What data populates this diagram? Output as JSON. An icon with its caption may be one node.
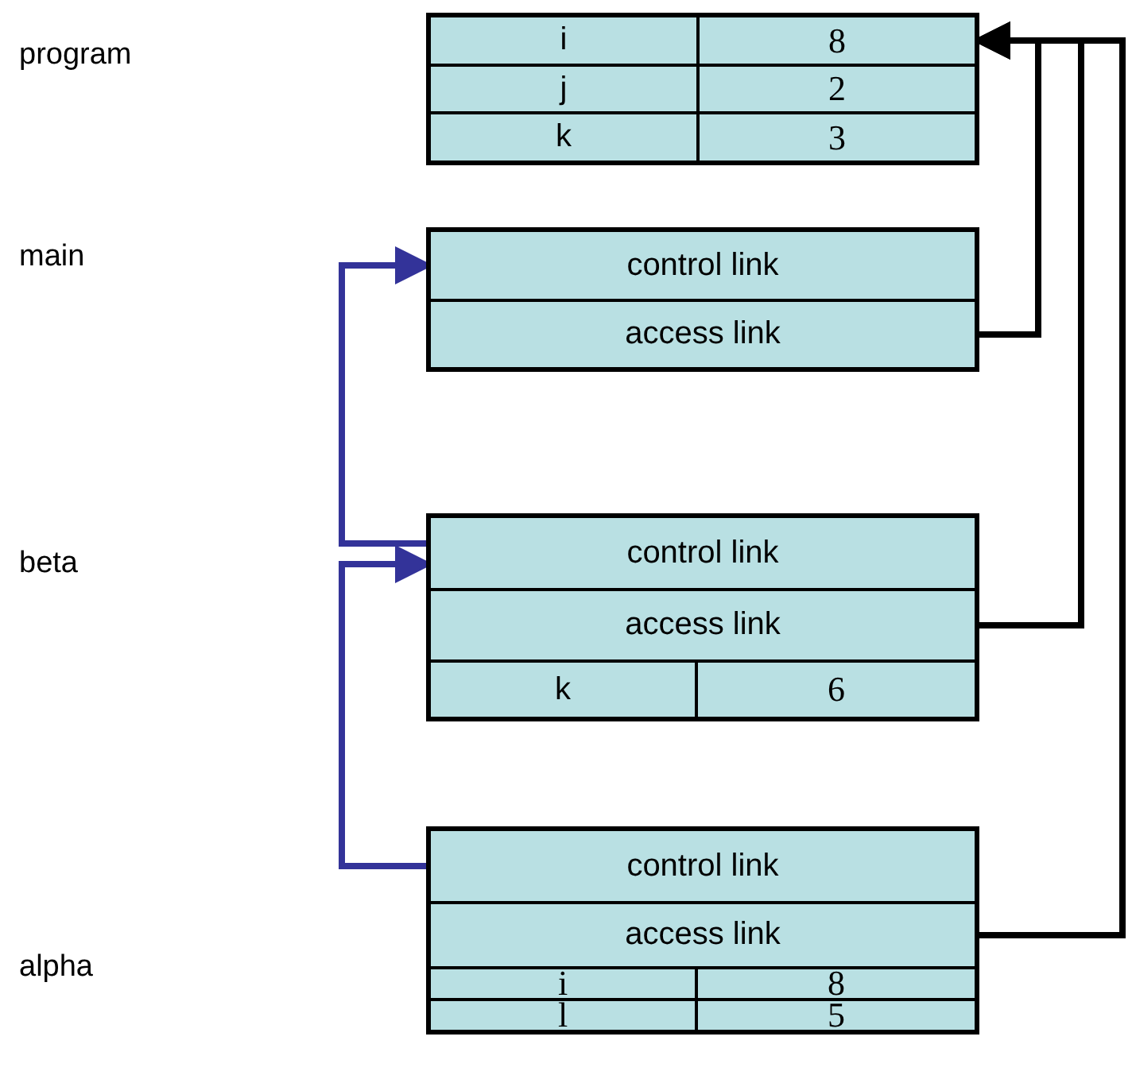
{
  "diagram": {
    "nodes": [
      {
        "text": [],
        "shape": "box"
      },
      {
        "text": [
          "i"
        ],
        "in": 0
      },
      {
        "text": [
          "8"
        ],
        "in": 0
      },
      {
        "text": [
          "j"
        ],
        "in": 0
      },
      {
        "text": [
          "2"
        ],
        "in": 0
      },
      {
        "text": [
          "k"
        ],
        "in": 0
      },
      {
        "text": [
          "3"
        ],
        "in": 0
      },
      {
        "text": [],
        "shape": "box"
      },
      {
        "text": [
          "control link"
        ],
        "in": 7
      },
      {
        "text": [
          "access link"
        ],
        "in": 7
      },
      {
        "text": [],
        "shape": "box"
      },
      {
        "text": [
          "control link"
        ],
        "in": 10
      },
      {
        "text": [
          "access link"
        ],
        "in": 10
      },
      {
        "text": [
          "k"
        ],
        "in": 10
      },
      {
        "text": [
          "6"
        ],
        "in": 10
      },
      {
        "text": [],
        "shape": "box"
      },
      {
        "text": [
          "control link"
        ],
        "in": 15
      },
      {
        "text": [
          "access link"
        ],
        "in": 15
      },
      {
        "text": [
          "i"
        ],
        "in": 15
      },
      {
        "text": [
          "8"
        ],
        "in": 15
      },
      {
        "text": [
          "l"
        ],
        "in": 15
      },
      {
        "text": [
          "5"
        ],
        "in": 15
      }
    ],
    "edges": [
      {
        "from": 9,
        "to": 2,
        "arrow": "to"
      },
      {
        "from": 12,
        "to": 2,
        "arrow": "to"
      },
      {
        "from": 17,
        "to": 2,
        "arrow": "to"
      },
      {
        "from": 11,
        "to": 8,
        "arrow": "to",
        "color": "#333399"
      },
      {
        "from": 16,
        "to": 11,
        "arrow": "to",
        "color": "#333399"
      }
    ],
    "labels": [
      "program",
      "main",
      "beta",
      "alpha"
    ]
  }
}
